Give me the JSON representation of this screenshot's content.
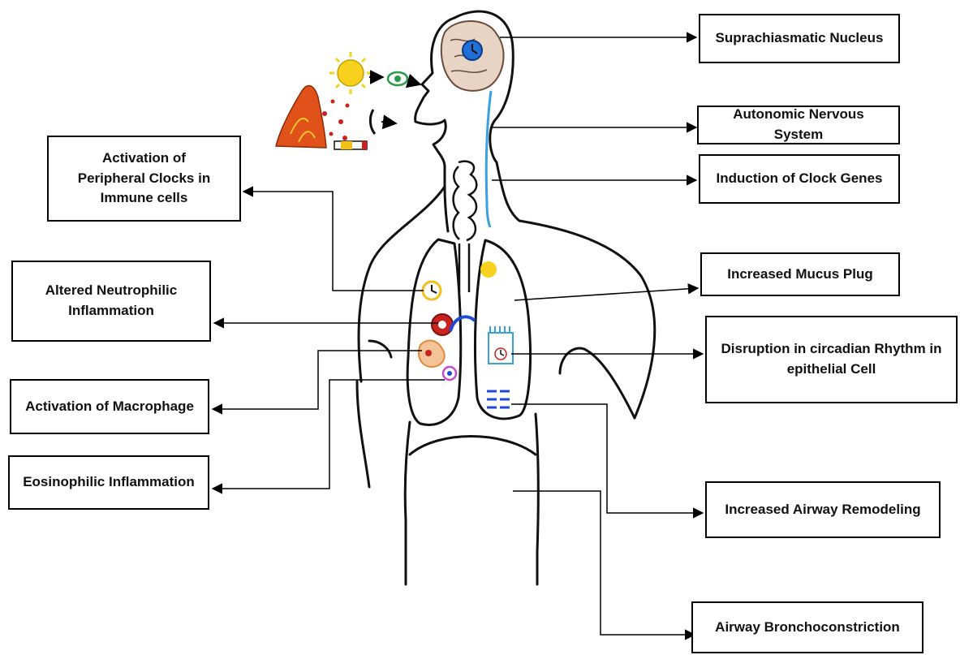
{
  "labels": {
    "suprachiasmatic": "Suprachiasmatic Nucleus",
    "autonomic": "Autonomic Nervous System",
    "clock_genes": "Induction of Clock Genes",
    "mucus": "Increased Mucus Plug",
    "epithelial": "Disruption in circadian Rhythm in epithelial Cell",
    "remodeling": "Increased Airway Remodeling",
    "bronchoconstriction": "Airway Bronchoconstriction",
    "peripheral_clocks": "Activation of Peripheral Clocks in Immune cells",
    "neutrophilic": "Altered Neutrophilic Inflammation",
    "macrophage": "Activation of Macrophage",
    "eosinophilic": "Eosinophilic Inflammation"
  },
  "colors": {
    "sun": "#f7d11e",
    "fire": "#e0521a",
    "eye": "#2a9a4a",
    "brain_clock": "#1f6fd6",
    "nerve": "#3aa0e0",
    "neutrophil": "#c8231f",
    "macrophage": "#e28b3a",
    "eosinophil": "#c64bd0"
  },
  "icons": [
    "volcano-icon",
    "sun-icon",
    "eye-icon",
    "nose-icon",
    "cigarette-icon",
    "brain-icon",
    "clock-icon"
  ]
}
